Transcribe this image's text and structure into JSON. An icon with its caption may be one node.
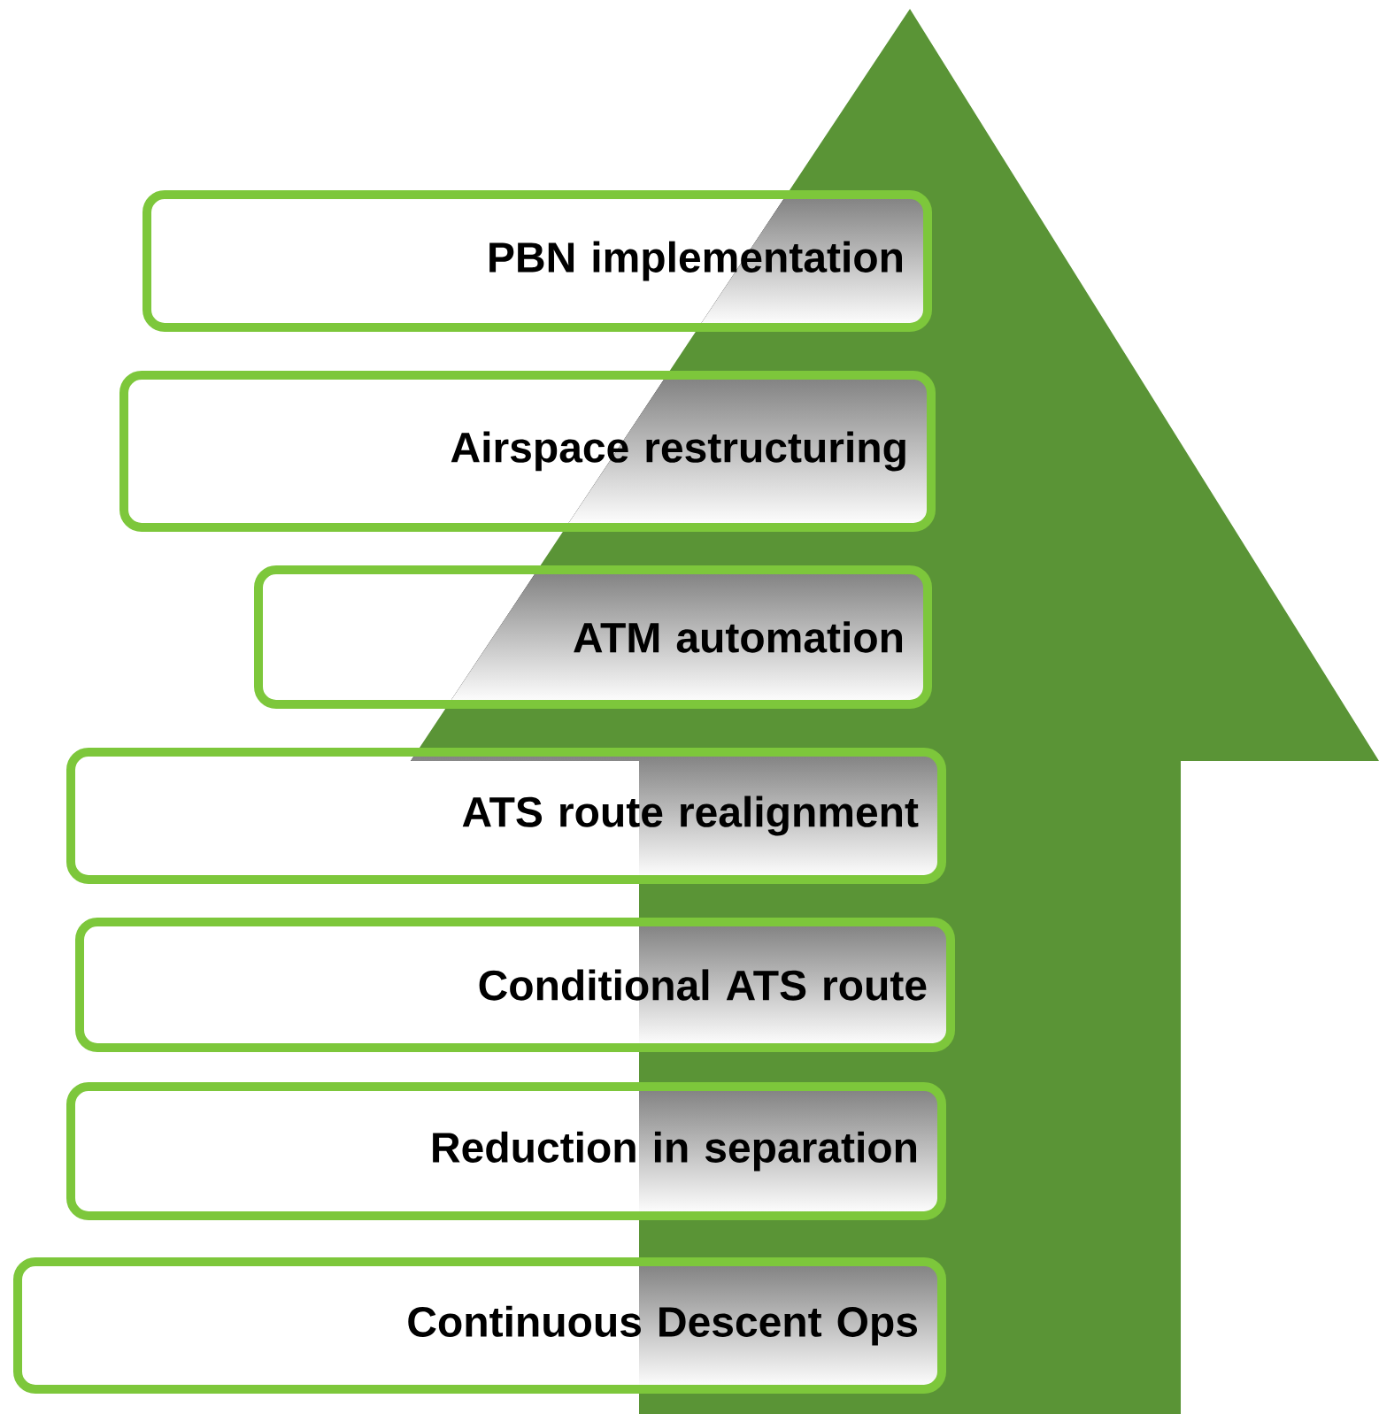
{
  "diagram": {
    "nodes": [
      {
        "text": [
          "PBN implementation"
        ]
      },
      {
        "text": [
          "Airspace restructuring"
        ]
      },
      {
        "text": [
          "ATM automation"
        ]
      },
      {
        "text": [
          "ATS route realignment"
        ]
      },
      {
        "text": [
          "Conditional ATS route"
        ]
      },
      {
        "text": [
          "Reduction in separation"
        ]
      },
      {
        "text": [
          "Continuous Descent Ops"
        ]
      }
    ]
  }
}
